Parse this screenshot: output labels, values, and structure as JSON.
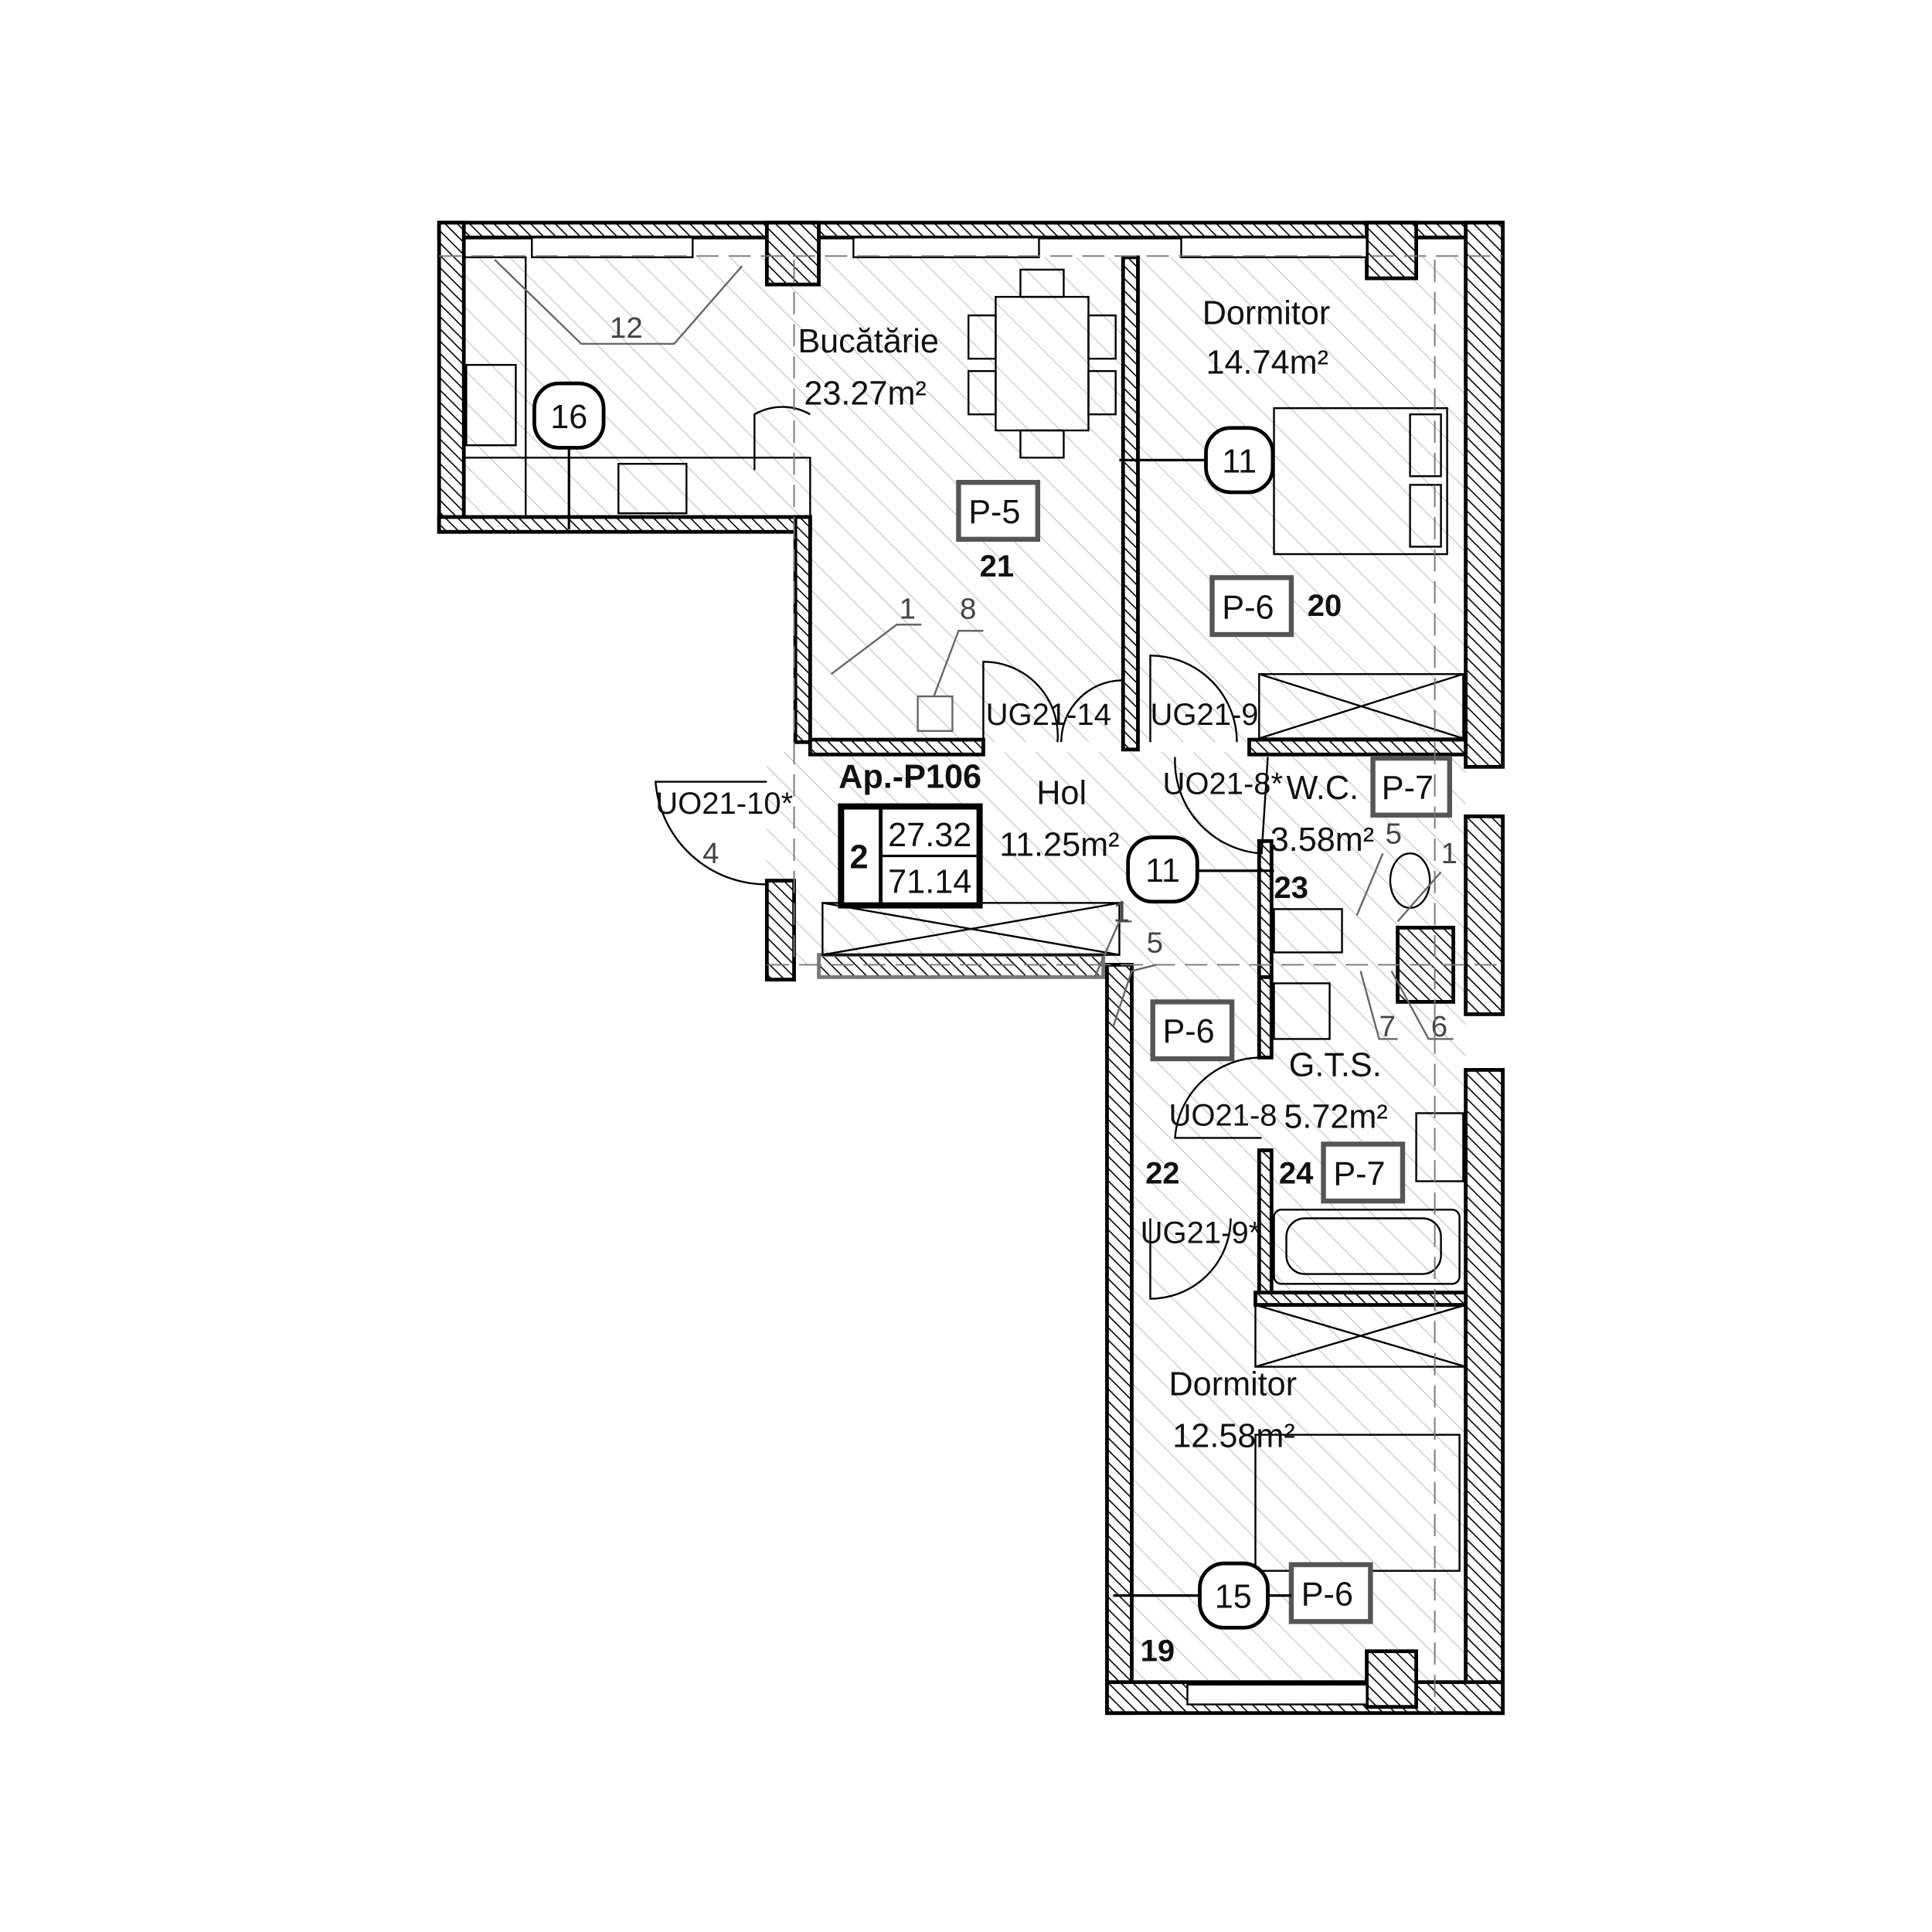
{
  "apartment": {
    "name": "Ap.-P106",
    "rooms_count": "2",
    "living_area": "27.32",
    "total_area": "71.14"
  },
  "rooms": {
    "kitchen": {
      "name": "Bucătărie",
      "area": "23.27m²"
    },
    "bedroom1": {
      "name": "Dormitor",
      "area": "14.74m²"
    },
    "hall": {
      "name": "Hol",
      "area": "11.25m²"
    },
    "wc": {
      "name": "W.C.",
      "area": "3.58m²"
    },
    "bath": {
      "name": "G.T.S.",
      "area": "5.72m²"
    },
    "bedroom2": {
      "name": "Dormitor",
      "area": "12.58m²"
    }
  },
  "finish_tags": {
    "kitchen": "P-5",
    "bedroom1": "P-6",
    "wc": "P-7",
    "hall_p6": "P-6",
    "bath": "P-7",
    "bedroom2": "P-6"
  },
  "circle_tags": {
    "kitchen": "16",
    "bedroom1": "11",
    "hall": "11",
    "bedroom2": "15"
  },
  "room_numbers": {
    "kitchen": "21",
    "bedroom1": "20",
    "wc": "23",
    "corridor": "22",
    "bath": "24",
    "bedroom2": "19"
  },
  "doors": {
    "entry": "UO21-10*",
    "kitchen": "UG21-14",
    "bedroom1": "UG21-9",
    "wc": "UO21-8*",
    "bath": "UO21-8",
    "bedroom2": "UG21-9*"
  },
  "callouts": {
    "c12": "12",
    "c1a": "1",
    "c8": "8",
    "c4": "4",
    "c1b": "1",
    "c5a": "5",
    "c5b": "5",
    "c1c": "1",
    "c7": "7",
    "c6": "6"
  }
}
